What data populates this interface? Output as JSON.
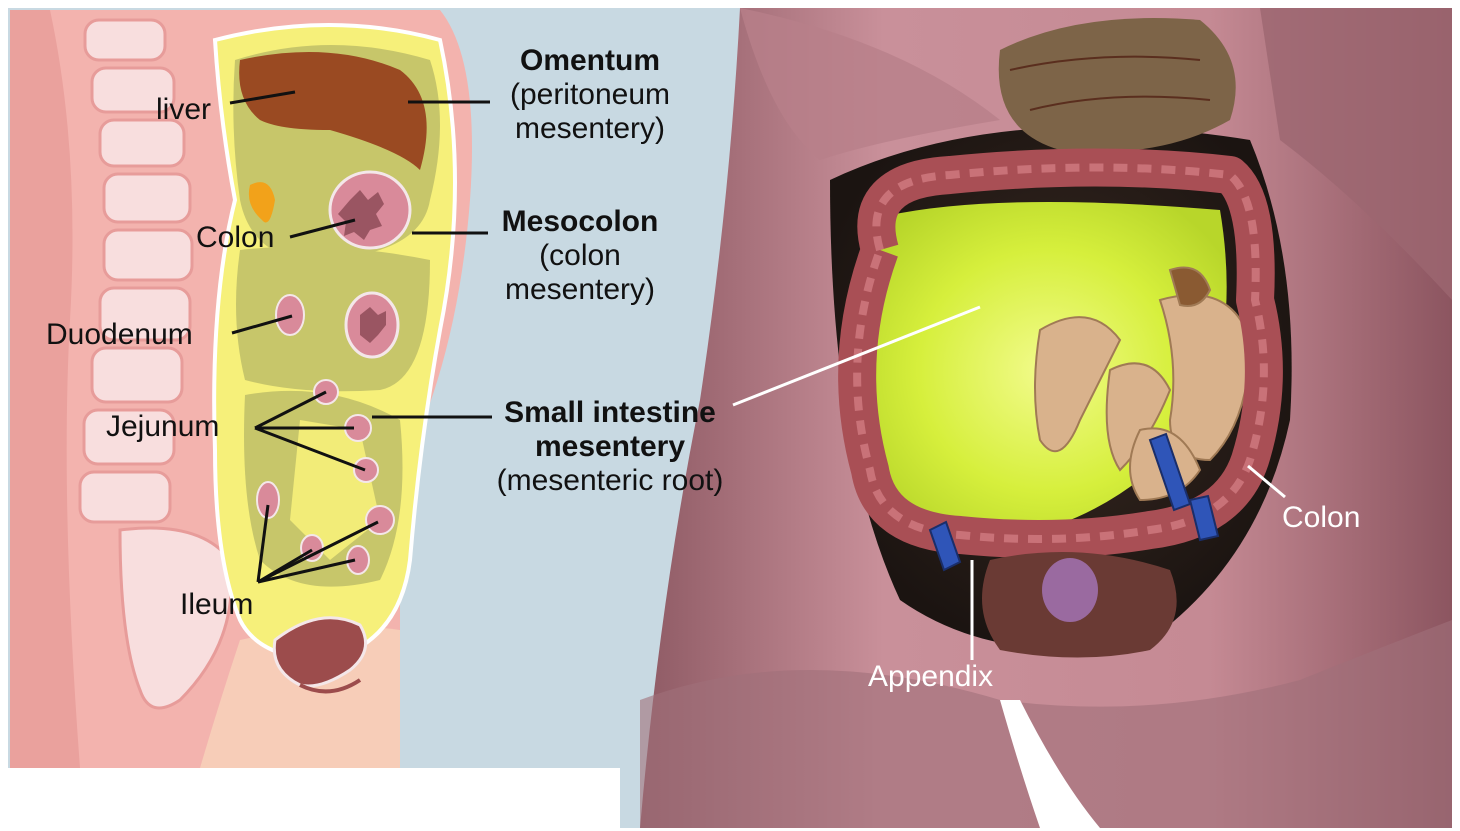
{
  "left_labels": {
    "liver": "liver",
    "colon": "Colon",
    "duodenum": "Duodenum",
    "jejunum": "Jejunum",
    "ileum": "Ileum"
  },
  "center_labels": {
    "omentum_title": "Omentum",
    "omentum_line1": "(peritoneum",
    "omentum_line2": "mesentery)",
    "mesocolon_title": "Mesocolon",
    "mesocolon_line1": "(colon",
    "mesocolon_line2": "mesentery)",
    "smint_title1": "Small intestine",
    "smint_title2": "mesentery",
    "smint_line": "(mesenteric root)"
  },
  "right_labels": {
    "colon": "Colon",
    "appendix": "Appendix"
  },
  "colors": {
    "background_left": "#c8d9e2",
    "skin": "#f3b3ae",
    "peritoneum_yellow": "#f6f07a",
    "mesentery_olive": "#c7c66a",
    "liver": "#9a4a22",
    "bowel_pink": "#d98a9a",
    "mesentery_glow": "#d8f24a",
    "colon_red": "#a94f55"
  }
}
